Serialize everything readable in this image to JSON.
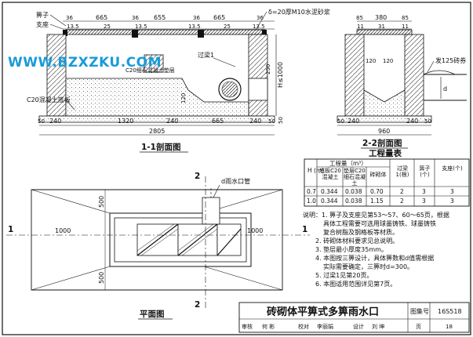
{
  "watermark": "WWW.BZXZKU.COM",
  "section_1_1": {
    "title": "1-1剖面图",
    "labels": {
      "grate": "箅子",
      "seat": "支座",
      "mortar": "δ=20厚M10水泥砂浆",
      "base_plate": "C20混凝土底板",
      "fill": "C20细石混凝土垫层",
      "lintel": "过梁1",
      "h_label": "H≤1000"
    },
    "top_dims": [
      "36",
      "665",
      "36",
      "655",
      "36",
      "665",
      "36"
    ],
    "top_dims2": [
      "13.5",
      "25",
      "13.5",
      "13.5",
      "25",
      "13.5"
    ],
    "side_dims": [
      "250",
      "120",
      "50"
    ],
    "bottom_dims": [
      "50",
      "240",
      "1320",
      "240",
      "665",
      "240",
      "50"
    ],
    "total": "2805"
  },
  "section_2_2": {
    "title": "2-2剖面图",
    "top_dims": [
      "85",
      "380",
      "85"
    ],
    "top_dims2": [
      "11",
      "31",
      "11"
    ],
    "inner_dims": [
      "120",
      "120"
    ],
    "pipe_label": "发125砖券",
    "d_label": "d",
    "bottom_dims": [
      "50",
      "240",
      "240",
      "50"
    ],
    "total": "960"
  },
  "plan": {
    "title": "平面图",
    "pipe_label": "d雨水口管",
    "section_mark_1": "1",
    "section_mark_2": "2",
    "left_dim": "1000",
    "right_dim": "1000",
    "top_dim": "500",
    "bottom_dim": "500"
  },
  "table": {
    "title": "工程量表",
    "header_h": "H\n(m)",
    "header_qty": "工程量（m³）",
    "col_heads": [
      "底板C20混凝土",
      "垫层C20细石混凝土",
      "砖砌体",
      "过梁1(根)",
      "箅子(个)",
      "支座(个)"
    ],
    "rows": [
      [
        "0.7",
        "0.344",
        "0.038",
        "0.70",
        "2",
        "3",
        "3"
      ],
      [
        "1.0",
        "0.344",
        "0.038",
        "1.15",
        "2",
        "3",
        "3"
      ]
    ]
  },
  "notes": [
    "说明：1. 箅子及支座见第53～57、60～65页，根据",
    "具体工程需要可选用球墨铸铁、球墨铸铁",
    "复合树脂及钢格板等材质。",
    "2. 砖砌体材料要求见总说明。",
    "3. 垫层最小厚度35mm。",
    "4. 本图按三箅设计，具体箅数和d值需根据",
    "实际需要确定，三箅时d=300。",
    "5. 过梁1见第20页。",
    "6. 本图适用范围详见第7页。"
  ],
  "title_block": {
    "drawing_title": "砖砌体平箅式多箅雨水口",
    "atlas_label": "图集号",
    "atlas_no": "16S518",
    "row": [
      "审核",
      "何 彬",
      "校对",
      "李丽娟",
      "设计",
      "刘 坤",
      "页",
      "18"
    ]
  }
}
